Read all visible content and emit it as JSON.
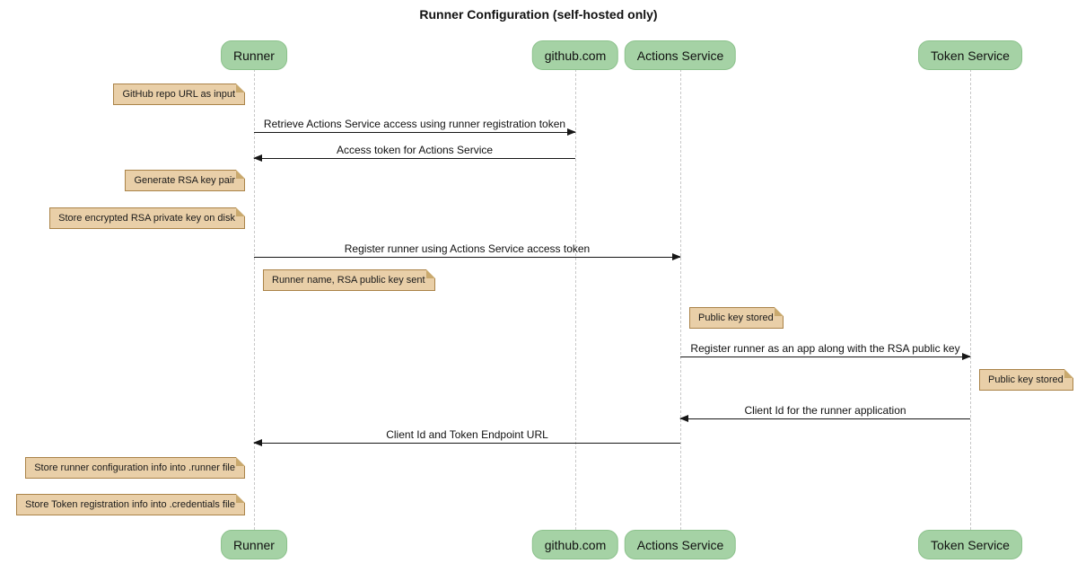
{
  "title": "Runner Configuration (self-hosted only)",
  "colors": {
    "participant_fill": "#a5d2a5",
    "participant_border": "#8cc28c",
    "note_fill": "#e9cfa8",
    "note_border": "#aa8348",
    "note_fold": "#c9a96e",
    "lifeline": "#c8c8c8",
    "arrow": "#161616"
  },
  "participants": [
    {
      "label": "Runner"
    },
    {
      "label": "github.com"
    },
    {
      "label": "Actions Service"
    },
    {
      "label": "Token Service"
    }
  ],
  "messages": [
    {
      "label": "Retrieve Actions Service access using runner registration token",
      "from": "Runner",
      "to": "github.com"
    },
    {
      "label": "Access token for Actions Service",
      "from": "github.com",
      "to": "Runner"
    },
    {
      "label": "Register runner using Actions Service access token",
      "from": "Runner",
      "to": "Actions Service"
    },
    {
      "label": "Register runner as an app along with the RSA public key",
      "from": "Actions Service",
      "to": "Token Service"
    },
    {
      "label": "Client Id for the runner application",
      "from": "Token Service",
      "to": "Actions Service"
    },
    {
      "label": "Client Id and Token Endpoint URL",
      "from": "Actions Service",
      "to": "Runner"
    }
  ],
  "notes": [
    {
      "text": "GitHub repo URL as input",
      "anchor": "Runner",
      "side": "left"
    },
    {
      "text": "Generate RSA key pair",
      "anchor": "Runner",
      "side": "left"
    },
    {
      "text": "Store encrypted RSA private key on disk",
      "anchor": "Runner",
      "side": "left"
    },
    {
      "text": "Runner name, RSA public key sent",
      "anchor": "Runner",
      "side": "right"
    },
    {
      "text": "Public key stored",
      "anchor": "Actions Service",
      "side": "right"
    },
    {
      "text": "Public key stored",
      "anchor": "Token Service",
      "side": "right"
    },
    {
      "text": "Store runner configuration info into .runner file",
      "anchor": "Runner",
      "side": "left"
    },
    {
      "text": "Store Token registration info into .credentials file",
      "anchor": "Runner",
      "side": "left"
    }
  ]
}
